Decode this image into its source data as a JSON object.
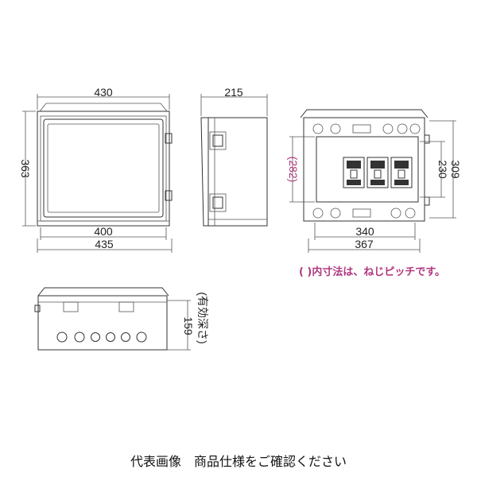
{
  "dimensions": {
    "front_width_top": "430",
    "front_height": "363",
    "front_inner_width": "400",
    "front_outer_width": "435",
    "side_depth": "215",
    "inner_height_pitch": "(282)",
    "inner_height_a": "230",
    "inner_height_b": "309",
    "inner_width_a": "340",
    "inner_width_b": "367",
    "bottom_depth": "159",
    "bottom_depth_note": "(有効深さ)"
  },
  "note": "( )内寸法は、ねじピッチです。",
  "caption": "代表画像　商品仕様をご確認ください",
  "colors": {
    "line": "#333333",
    "panel_fill": "#e7f2e2",
    "hole_fill": "#f5dbe9",
    "accent_pink": "#b0387e",
    "body_gray": "#d9d9d9"
  }
}
